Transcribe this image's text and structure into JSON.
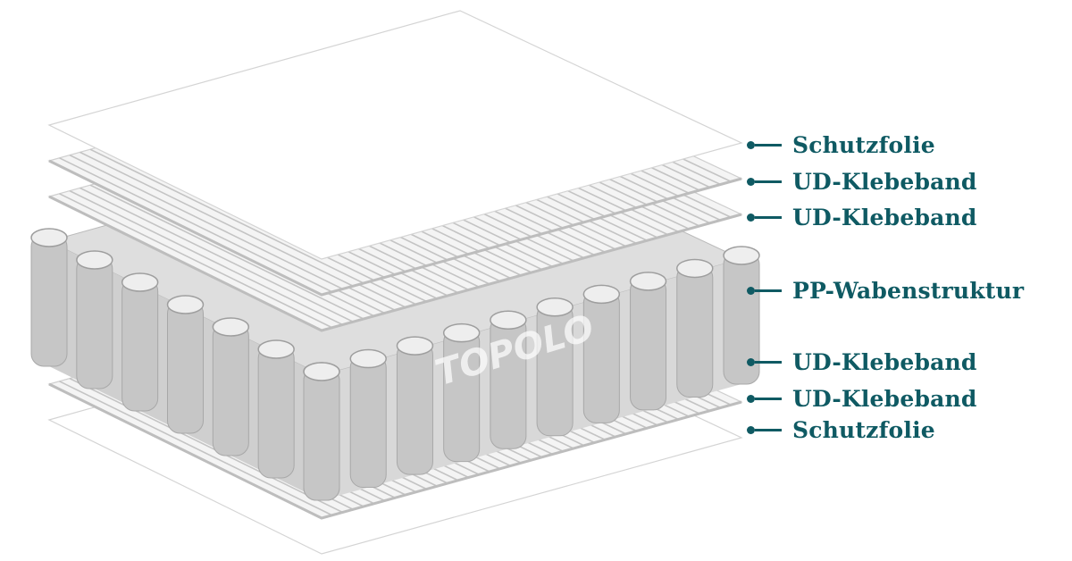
{
  "colors": {
    "accent": "#0f5a63",
    "sheet": "#ffffff",
    "tape": "#e6e6e6",
    "core": "#c9c9c9"
  },
  "watermark": "TOPOLO",
  "layers": [
    {
      "label": "Schutzfolie",
      "kind": "sheet"
    },
    {
      "label": "UD-Klebeband",
      "kind": "tape"
    },
    {
      "label": "UD-Klebeband",
      "kind": "tape"
    },
    {
      "label": "PP-Wabenstruktur",
      "kind": "core"
    },
    {
      "label": "UD-Klebeband",
      "kind": "tape"
    },
    {
      "label": "UD-Klebeband",
      "kind": "tape"
    },
    {
      "label": "Schutzfolie",
      "kind": "sheet"
    }
  ]
}
